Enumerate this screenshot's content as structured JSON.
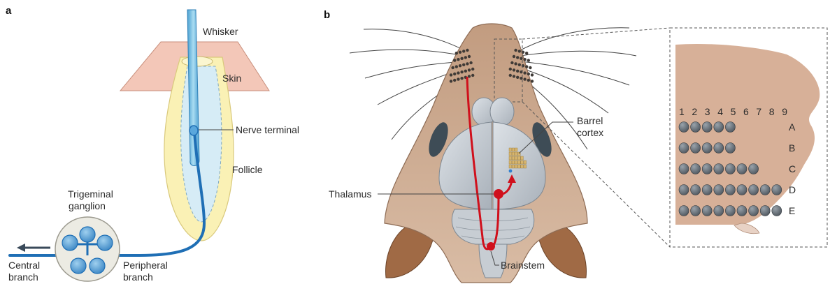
{
  "panels": {
    "a": "a",
    "b": "b"
  },
  "panel_a": {
    "whisker": "Whisker",
    "skin": "Skin",
    "nerve_terminal": "Nerve terminal",
    "follicle": "Follicle",
    "trigeminal_ganglion_line1": "Trigeminal",
    "trigeminal_ganglion_line2": "ganglion",
    "central_branch_line1": "Central",
    "central_branch_line2": "branch",
    "peripheral_branch_line1": "Peripheral",
    "peripheral_branch_line2": "branch"
  },
  "panel_b": {
    "barrel_cortex_line1": "Barrel",
    "barrel_cortex_line2": "cortex",
    "thalamus": "Thalamus",
    "brainstem": "Brainstem"
  },
  "whisker_pad": {
    "columns": [
      "1",
      "2",
      "3",
      "4",
      "5",
      "6",
      "7",
      "8",
      "9"
    ],
    "rows": [
      {
        "label": "A",
        "count": 5
      },
      {
        "label": "B",
        "count": 5
      },
      {
        "label": "C",
        "count": 7
      },
      {
        "label": "D",
        "count": 9
      },
      {
        "label": "E",
        "count": 9
      }
    ]
  },
  "colors": {
    "nerve": "#1f6fb5",
    "pathway": "#d0101c",
    "skin": "#f3c7b8",
    "follicle": "#faf1b5",
    "snout": "#c8a58a",
    "brain": "#b9c0c8"
  }
}
